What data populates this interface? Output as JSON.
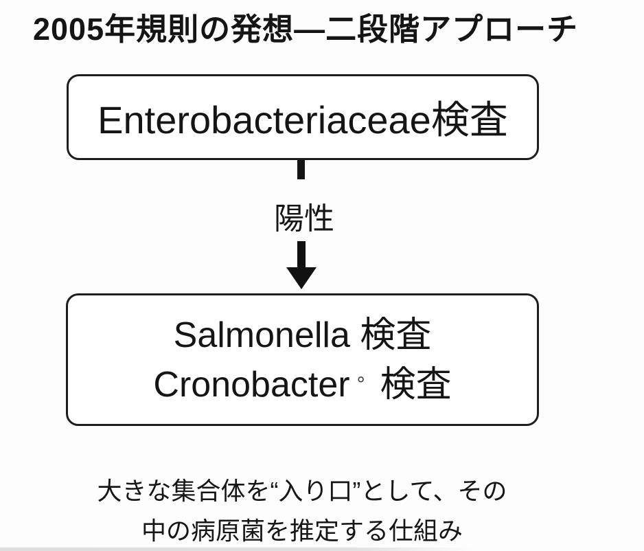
{
  "slide": {
    "title": "2005年規則の発想―二段階アプローチ",
    "colors": {
      "background": "#fdfdfd",
      "text": "#151515",
      "box_border": "#1d1d1d",
      "arrow": "#111111",
      "bottom_band": "#c9c9c9"
    },
    "flow": {
      "box1_label": "Enterobacteriaceae検査",
      "connector_label": "陽性",
      "arrow_icon": "down-arrow",
      "box2_line1": "Salmonella 検査",
      "box2_line2_name": "Cronobacter",
      "box2_line2_marker": "°",
      "box2_line2_suffix": "検査"
    },
    "caption": {
      "line1": "大きな集合体を“入り口”として、その",
      "line2": "中の病原菌を推定する仕組み"
    }
  }
}
